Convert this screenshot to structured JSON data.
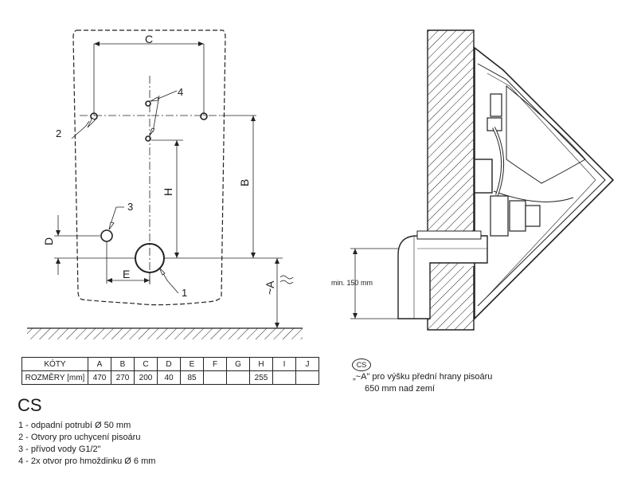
{
  "front_view": {
    "label_c": "C",
    "label_b": "B",
    "label_h": "H",
    "label_d": "D",
    "label_e": "E",
    "label_a": "~A",
    "callout_1": "1",
    "callout_2": "2",
    "callout_3": "3",
    "callout_4": "4"
  },
  "side_view": {
    "min_height_label": "min. 150 mm"
  },
  "dimension_table": {
    "row_head_labels": "KÓTY",
    "row_head_values": "ROZMĚRY [mm]",
    "columns": [
      "A",
      "B",
      "C",
      "D",
      "E",
      "F",
      "G",
      "H",
      "I",
      "J"
    ],
    "values": [
      "470",
      "270",
      "200",
      "40",
      "85",
      "",
      "",
      "255",
      "",
      ""
    ]
  },
  "model_title": "CS",
  "legend": [
    "1 - odpadní potrubí Ø 50 mm",
    "2 - Otvory pro uchycení pisoáru",
    "3 - přívod vody G1/2\"",
    "4 - 2x otvor pro hmoždinku Ø 6 mm"
  ],
  "note": {
    "badge": "CS",
    "line1": "„~A\" pro výšku přední hrany pisoáru",
    "line2": "650 mm nad zemí"
  }
}
